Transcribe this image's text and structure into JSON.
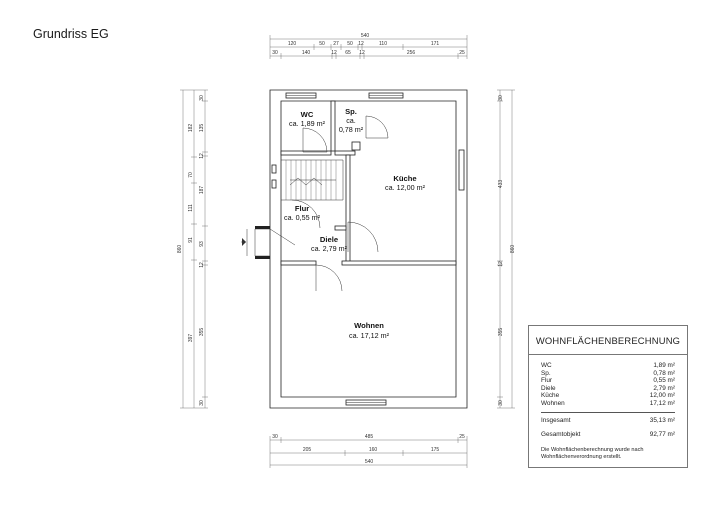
{
  "title": "Grundriss EG",
  "dimensions": {
    "top_row1": [
      "540"
    ],
    "top_row2": [
      "120",
      "50",
      "27",
      "50",
      "12",
      "110",
      "171"
    ],
    "top_row3": [
      "30",
      "140",
      "12",
      "65",
      "12",
      "256",
      "25"
    ],
    "bottom_row1": [
      "30",
      "485",
      "25"
    ],
    "bottom_row2": [
      "205",
      "160",
      "175"
    ],
    "bottom_row3": [
      "540"
    ],
    "left_outer": [
      "860"
    ],
    "left_mid": [
      "182",
      "70",
      "111",
      "91",
      "397"
    ],
    "left_inner": [
      "30",
      "135",
      "12",
      "187",
      "93",
      "12",
      "355",
      "30"
    ],
    "right_inner": [
      "30",
      "433",
      "12",
      "355",
      "30"
    ],
    "right_outer": [
      "860"
    ]
  },
  "rooms": {
    "wc": {
      "name": "WC",
      "area": "ca. 1,89 m²"
    },
    "sp": {
      "name": "Sp.",
      "ca": "ca.",
      "area": "0,78 m²"
    },
    "kueche": {
      "name": "Küche",
      "area": "ca. 12,00 m²"
    },
    "flur": {
      "name": "Flur",
      "area": "ca. 0,55 m²"
    },
    "diele": {
      "name": "Diele",
      "area": "ca. 2,79 m²"
    },
    "wohnen": {
      "name": "Wohnen",
      "area": "ca. 17,12 m²"
    }
  },
  "calc": {
    "heading": "WOHNFLÄCHENBERECHNUNG",
    "rows": [
      {
        "label": "WC",
        "value": "1,89 m²"
      },
      {
        "label": "Sp.",
        "value": "0,78 m²"
      },
      {
        "label": "Flur",
        "value": "0,55 m²"
      },
      {
        "label": "Diele",
        "value": "2,79 m²"
      },
      {
        "label": "Küche",
        "value": "12,00 m²"
      },
      {
        "label": "Wohnen",
        "value": "17,12 m²"
      }
    ],
    "total_label": "Insgesamt",
    "total_value": "35,13 m²",
    "object_label": "Gesamtobjekt",
    "object_value": "92,77 m²",
    "note_line1": "Die Wohnflächenberechnung wurde nach",
    "note_line2": "Wohnflächenverordnung erstellt."
  }
}
